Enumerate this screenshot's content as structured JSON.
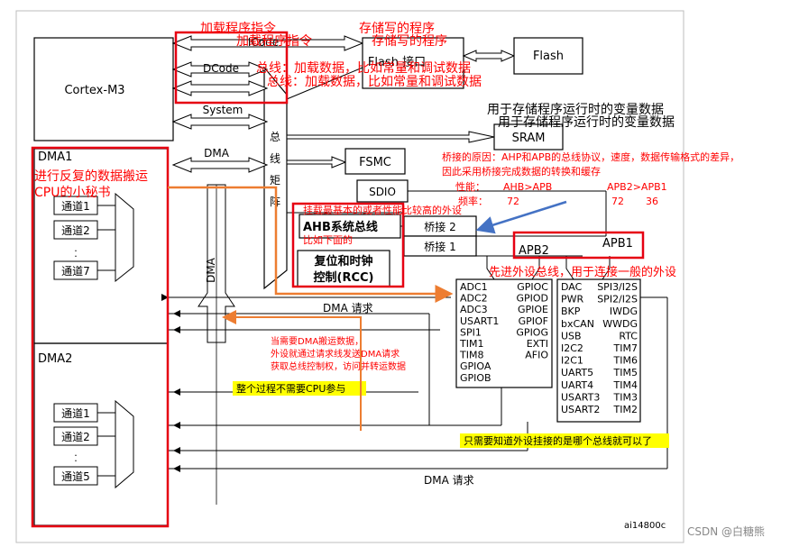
{
  "blocks": {
    "cortex": "Cortex-M3",
    "icode": "ICode",
    "dcode": "DCode",
    "system": "System",
    "dma_bus": "DMA",
    "flash_if": "Flash 接口",
    "flash": "Flash",
    "sram": "SRAM",
    "fsmc": "FSMC",
    "sdio": "SDIO",
    "bus_matrix": [
      "总",
      "线",
      "矩",
      "阵"
    ],
    "dma_vertical": "DMA",
    "dma1": "DMA1",
    "dma2": "DMA2",
    "dma1_channels": [
      "通道1",
      "通道2",
      "通道7"
    ],
    "dma2_channels": [
      "通道1",
      "通道2",
      "通道5"
    ],
    "ahb": "AHB系统总线",
    "rcc_line1": "复位和时钟",
    "rcc_line2": "控制(RCC)",
    "bridge2": "桥接 2",
    "bridge1": "桥接 1",
    "apb2": "APB2",
    "apb1": "APB1",
    "apb2_col1": [
      "ADC1",
      "ADC2",
      "ADC3",
      "USART1",
      "SPI1",
      "TIM1",
      "TIM8",
      "GPIOA",
      "GPIOB"
    ],
    "apb2_col2": [
      "GPIOC",
      "GPIOD",
      "GPIOE",
      "GPIOF",
      "GPIOG",
      "EXTI",
      "AFIO"
    ],
    "apb1_col1": [
      "DAC",
      "PWR",
      "BKP",
      "bxCAN",
      "USB",
      "I2C2",
      "I2C1",
      "UART5",
      "UART4",
      "USART3",
      "USART2"
    ],
    "apb1_col2": [
      "SPI3/I2S",
      "SPI2/I2S",
      "IWDG",
      "WWDG",
      "RTC",
      "TIM7",
      "TIM6",
      "TIM5",
      "TIM4",
      "TIM3",
      "TIM2"
    ],
    "dma_request_1": "DMA 请求",
    "dma_request_2": "DMA 请求",
    "fig_id": "ai14800c"
  },
  "annotations": {
    "icode_note": "加载程序指令",
    "icode_note_echo": "加载程序指令",
    "flash_note": "存储写的程序",
    "flash_note_echo": "存储写的程序",
    "dcode_note": "总线：加载数据，比如常量和调试数据",
    "dcode_note_echo": "总线：加载数据，比如常量和调试数据",
    "sram_note": "用于存储程序运行时的变量数据",
    "sram_note_echo": "用于存储程序运行时的变量数据",
    "dma1_note1": "进行反复的数据搬运",
    "dma1_note2": "CPU的小秘书",
    "bridge_reason1": "桥接的原因：AHP和APB的总线协议，速度，数据传输格式的差异，",
    "bridge_reason2": "因此采用桥接完成数据的转换和缓存",
    "perf_label": "性能：",
    "perf_compare1": "AHB>APB",
    "perf_compare2": "APB2>APB1",
    "freq_label": "频率：",
    "freq_ahb": "72",
    "freq_apb2": "72",
    "freq_apb1": "36",
    "ahb_note": "挂载最基本的或者性能比较高的外设",
    "ahb_example": "比如下面的",
    "apb_note": "先进外设总线，用于连接一般的外设",
    "dma_note1": "当需要DMA搬运数据，",
    "dma_note2": "外设就通过请求线发送DMA请求",
    "dma_note3": "获取总线控制权，访问并转运数据",
    "cpu_note": "整个过程不需要CPU参与",
    "bus_note": "只需要知道外设挂接的是哪个总线就可以了",
    "watermark": "CSDN @白糖熊"
  },
  "colors": {
    "red_box": "#e60012",
    "red_text": "#ff0000",
    "orange_arrow": "#ed7d31",
    "blue_arrow": "#4472c4",
    "highlight": "#ffff00"
  }
}
